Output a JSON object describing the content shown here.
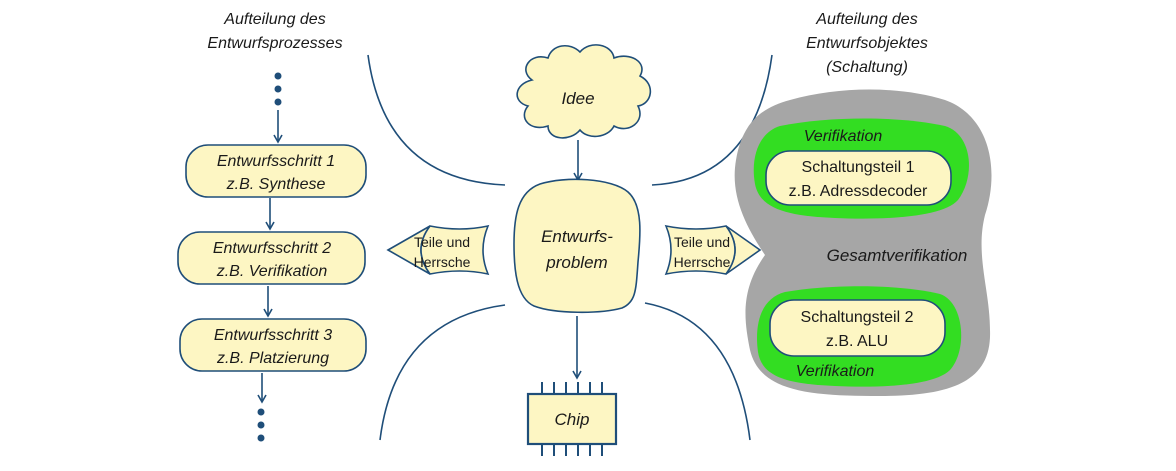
{
  "left_column": {
    "heading_line1": "Aufteilung des",
    "heading_line2": "Entwurfsprozesses",
    "steps": [
      {
        "line1": "Entwurfsschritt 1",
        "line2": "z.B. Synthese"
      },
      {
        "line1": "Entwurfsschritt 2",
        "line2": "z.B. Verifikation"
      },
      {
        "line1": "Entwurfsschritt 3",
        "line2": "z.B. Platzierung"
      }
    ]
  },
  "center": {
    "idea_label": "Idee",
    "problem_line1": "Entwurfs-",
    "problem_line2": "problem",
    "chip_label": "Chip",
    "divide_left_line1": "Teile und",
    "divide_left_line2": "Herrsche",
    "divide_right_line1": "Teile und",
    "divide_right_line2": "Herrsche"
  },
  "right_column": {
    "heading_line1": "Aufteilung des",
    "heading_line2": "Entwurfsobjektes",
    "heading_line3": "(Schaltung)",
    "overall_verification": "Gesamtverifikation",
    "parts": [
      {
        "verification": "Verifikation",
        "line1": "Schaltungsteil 1",
        "line2": "z.B. Adressdecoder"
      },
      {
        "verification": "Verifikation",
        "line1": "Schaltungsteil 2",
        "line2": "z.B. ALU"
      }
    ]
  },
  "colors": {
    "stroke": "#1f4e79",
    "box_fill": "#fdf6c3",
    "green": "#33dd22",
    "gray": "#a6a6a6"
  }
}
